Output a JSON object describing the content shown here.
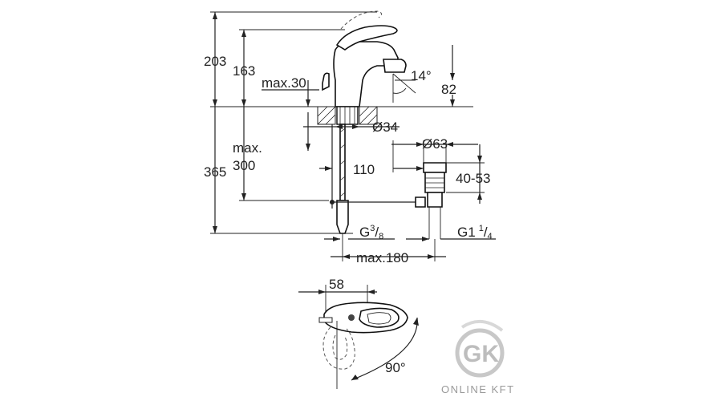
{
  "dimensions": {
    "total_height": "203",
    "spout_height": "163",
    "handle_clearance": "max.30",
    "angle_spout": "14°",
    "spout_reach": "82",
    "hole_diameter": "Ø34",
    "below_counter": "365",
    "max_label": "max.",
    "max_value": "300",
    "pop_up_offset": "110",
    "waste_diameter": "Ø63",
    "waste_range": "40-53",
    "connection_g_prefix": "G",
    "connection_g_sup": "3",
    "connection_g_sub": "8",
    "waste_thread_prefix": "G1",
    "waste_thread_sup": "1",
    "waste_thread_sub": "4",
    "max_reach": "max.180",
    "handle_length": "58",
    "handle_rotation": "90°"
  },
  "watermark": {
    "letters": "GK",
    "text": "ONLINE KFT"
  }
}
